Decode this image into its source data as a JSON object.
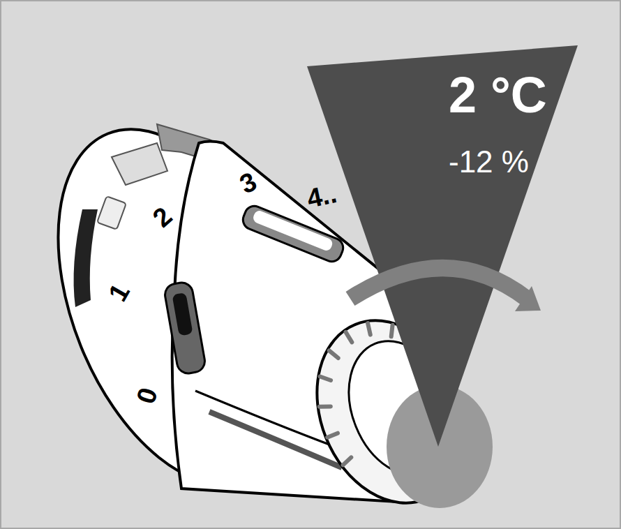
{
  "diagram": {
    "nodes": [
      {
        "text": [
          "2 °C",
          "-12 %"
        ]
      }
    ],
    "labels": [
      "0",
      "1",
      "2",
      "3",
      "4.."
    ]
  }
}
